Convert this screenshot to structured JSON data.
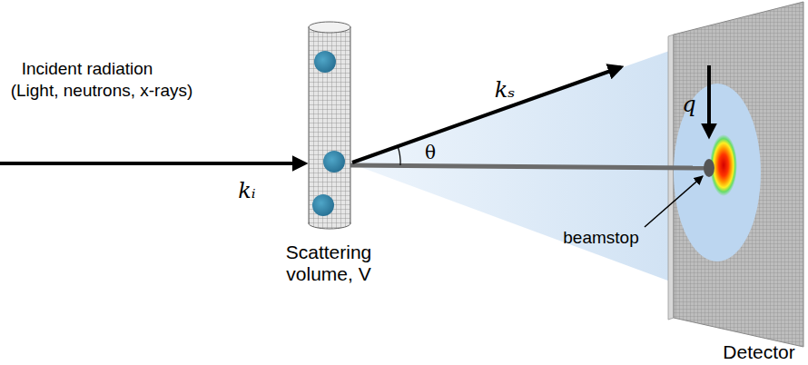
{
  "diagram": {
    "labels": [
      "Incident radiation",
      "(Light, neutrons, x-rays)",
      "kᵢ",
      "Scattering volume, V",
      "kₛ",
      "θ",
      "q",
      "beamstop",
      "Detector"
    ]
  }
}
